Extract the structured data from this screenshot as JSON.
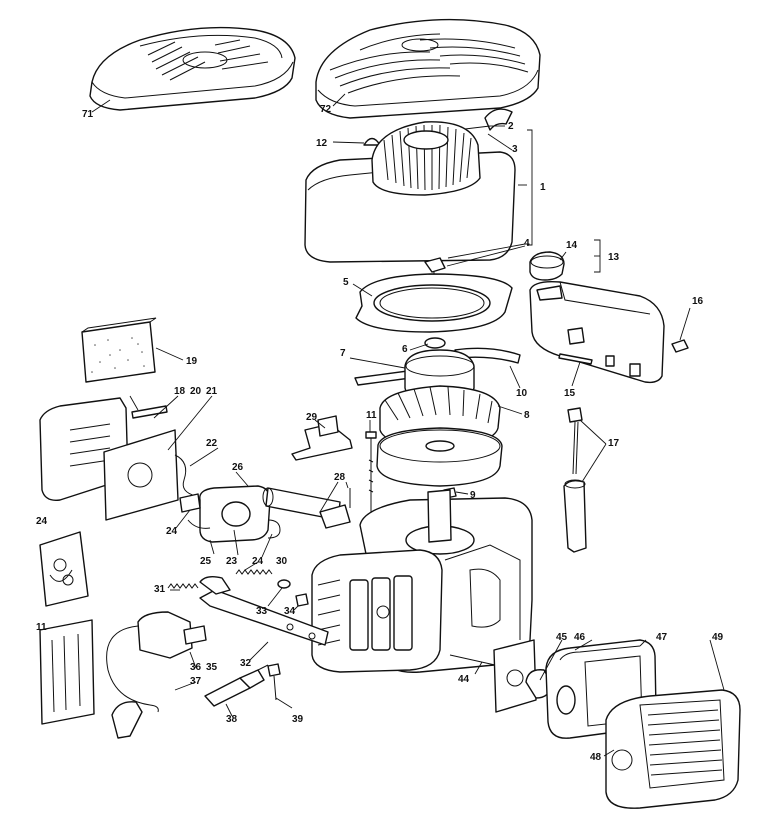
{
  "labels": {
    "p71": "71",
    "p72": "72",
    "p2": "2",
    "p3": "3",
    "p12": "12",
    "p1": "1",
    "p4": "4",
    "p5": "5",
    "p14": "14",
    "p13": "13",
    "p16": "16",
    "p6": "6",
    "p7": "7",
    "p10": "10",
    "p15": "15",
    "p19": "19",
    "p18": "18",
    "p20": "20",
    "p21": "21",
    "p8": "8",
    "p29": "29",
    "p11a": "11",
    "p22": "22",
    "p17": "17",
    "p26": "26",
    "p9": "9",
    "p28": "28",
    "p24a": "24",
    "p24b": "24",
    "p25": "25",
    "p23": "23",
    "p24c": "24",
    "p30": "30",
    "p31": "31",
    "p33": "33",
    "p34": "34",
    "p11b": "11",
    "p35": "35",
    "p36": "36",
    "p37": "37",
    "p32": "32",
    "p38": "38",
    "p39": "39",
    "p44": "44",
    "p45": "45",
    "p46": "46",
    "p47": "47",
    "p49": "49",
    "p48": "48"
  }
}
